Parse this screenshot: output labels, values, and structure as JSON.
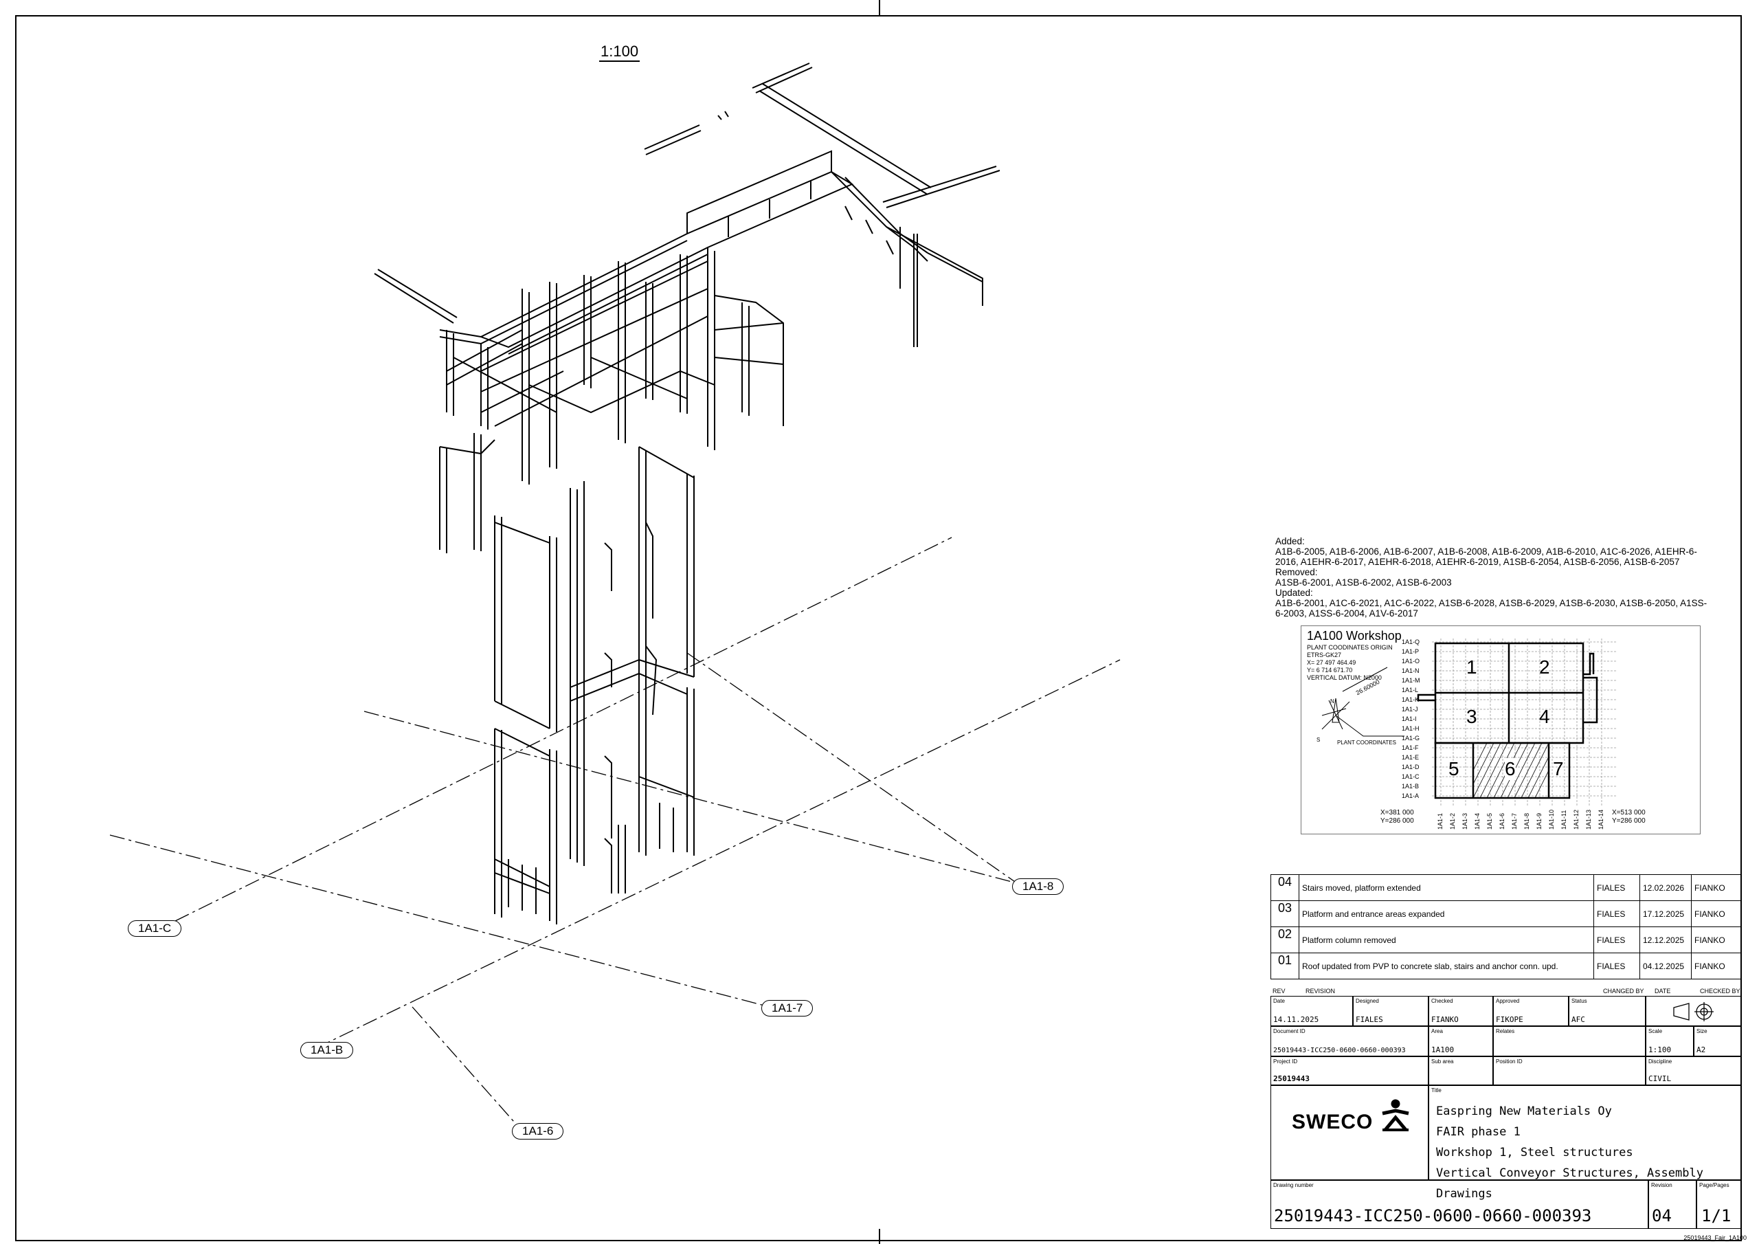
{
  "scale_label": "1:100",
  "grid_tags": [
    "1A1-C",
    "1A1-8",
    "1A1-7",
    "1A1-B",
    "1A1-6"
  ],
  "notes": {
    "added_label": "Added:",
    "added_items": "A1B-6-2005, A1B-6-2006, A1B-6-2007, A1B-6-2008, A1B-6-2009, A1B-6-2010, A1C-6-2026, A1EHR-6-2016, A1EHR-6-2017, A1EHR-6-2018, A1EHR-6-2019, A1SB-6-2054, A1SB-6-2056, A1SB-6-2057",
    "removed_label": "Removed:",
    "removed_items": "A1SB-6-2001, A1SB-6-2002, A1SB-6-2003",
    "updated_label": "Updated:",
    "updated_items": "A1B-6-2001, A1C-6-2021, A1C-6-2022, A1SB-6-2028, A1SB-6-2029, A1SB-6-2030, A1SB-6-2050, A1SS-6-2003, A1SS-6-2004, A1V-6-2017"
  },
  "keyplan": {
    "title": "1A100 Workshop",
    "origin_info": [
      "PLANT COODINATES ORIGIN",
      "ETRS-GK27",
      "X= 27 497 464.49",
      "Y=  6 714 671.70",
      "VERTICAL DATUM: N2000"
    ],
    "rows": [
      "1A1-Q",
      "1A1-P",
      "1A1-O",
      "1A1-N",
      "1A1-M",
      "1A1-L",
      "1A1-K",
      "1A1-J",
      "1A1-I",
      "1A1-H",
      "1A1-G",
      "1A1-F",
      "1A1-E",
      "1A1-D",
      "1A1-C",
      "1A1-B",
      "1A1-A"
    ],
    "cols": [
      "1A1-1",
      "1A1-2",
      "1A1-3",
      "1A1-4",
      "1A1-5",
      "1A1-6",
      "1A1-7",
      "1A1-8",
      "1A1-9",
      "1A1-10",
      "1A1-11",
      "1A1-12",
      "1A1-13",
      "1A1-14"
    ],
    "zones": [
      "1",
      "2",
      "3",
      "4",
      "5",
      "6",
      "7"
    ],
    "angle": "26.60000",
    "north": "N",
    "south": "S",
    "plant_coordinates": "PLANT COORDINATES",
    "coord_left": [
      "X=381 000",
      "Y=286 000"
    ],
    "coord_right": [
      "X=513 000",
      "Y=286 000"
    ]
  },
  "revisions": [
    {
      "rev": "04",
      "desc": "Stairs moved, platform extended",
      "changed": "FIALES",
      "date": "12.02.2026",
      "checked": "FIANKO"
    },
    {
      "rev": "03",
      "desc": "Platform and entrance areas expanded",
      "changed": "FIALES",
      "date": "17.12.2025",
      "checked": "FIANKO"
    },
    {
      "rev": "02",
      "desc": "Platform column removed",
      "changed": "FIALES",
      "date": "12.12.2025",
      "checked": "FIANKO"
    },
    {
      "rev": "01",
      "desc": "Roof updated from PVP to concrete slab, stairs and anchor conn. upd.",
      "changed": "FIALES",
      "date": "04.12.2025",
      "checked": "FIANKO"
    }
  ],
  "rev_header": {
    "rev": "REV",
    "revision": "REVISION",
    "changed_by": "CHANGED BY",
    "date": "DATE",
    "checked_by": "CHECKED BY"
  },
  "title_block": {
    "date_label": "Date",
    "date": "14.11.2025",
    "designed_label": "Designed",
    "designed": "FIALES",
    "checked_label": "Checked",
    "checked": "FIANKO",
    "approved_label": "Approved",
    "approved": "FIKOPE",
    "status_label": "Status",
    "status": "AFC",
    "document_id_label": "Document ID",
    "document_id": "25019443-ICC250-0600-0660-000393",
    "area_label": "Area",
    "area": "1A100",
    "relates_label": "Relates",
    "scale_label": "Scale",
    "scale": "1:100",
    "size_label": "Size",
    "size": "A2",
    "project_id_label": "Project ID",
    "project_id": "25019443",
    "sub_area_label": "Sub area",
    "position_id_label": "Position ID",
    "discipline_label": "Discipline",
    "discipline": "CIVIL",
    "title_label": "Title",
    "title_lines": [
      "Easpring New Materials Oy",
      "FAIR phase 1",
      "Workshop 1, Steel structures",
      "Vertical Conveyor Structures, Assembly Drawings"
    ],
    "drawing_number_label": "Drawing number",
    "drawing_number": "25019443-ICC250-0600-0660-000393",
    "revision_label": "Revision",
    "revision": "04",
    "pages_label": "Page/Pages",
    "pages": "1/1",
    "logo": "SWECO"
  },
  "footer_id": "25019443_Fair_1A100"
}
